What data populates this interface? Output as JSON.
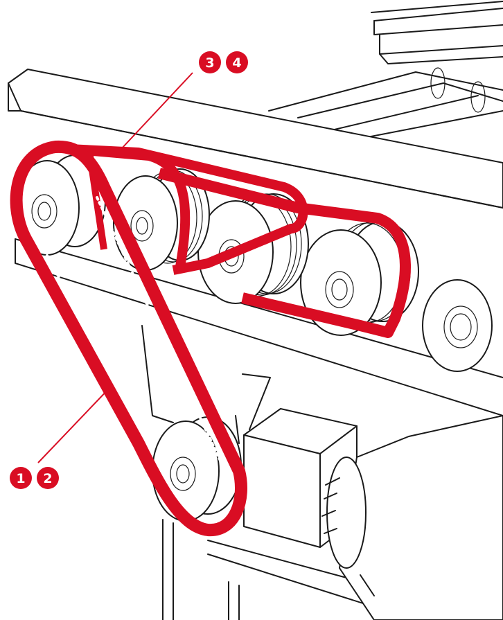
{
  "colors": {
    "accent": "#d90d23",
    "line": "#1a1a1a",
    "background": "#ffffff"
  },
  "callouts": {
    "upper": {
      "labels": [
        "3",
        "4"
      ],
      "points_to": "upper-roller-belts"
    },
    "lower": {
      "labels": [
        "1",
        "2"
      ],
      "points_to": "drive-timing-belt"
    }
  }
}
